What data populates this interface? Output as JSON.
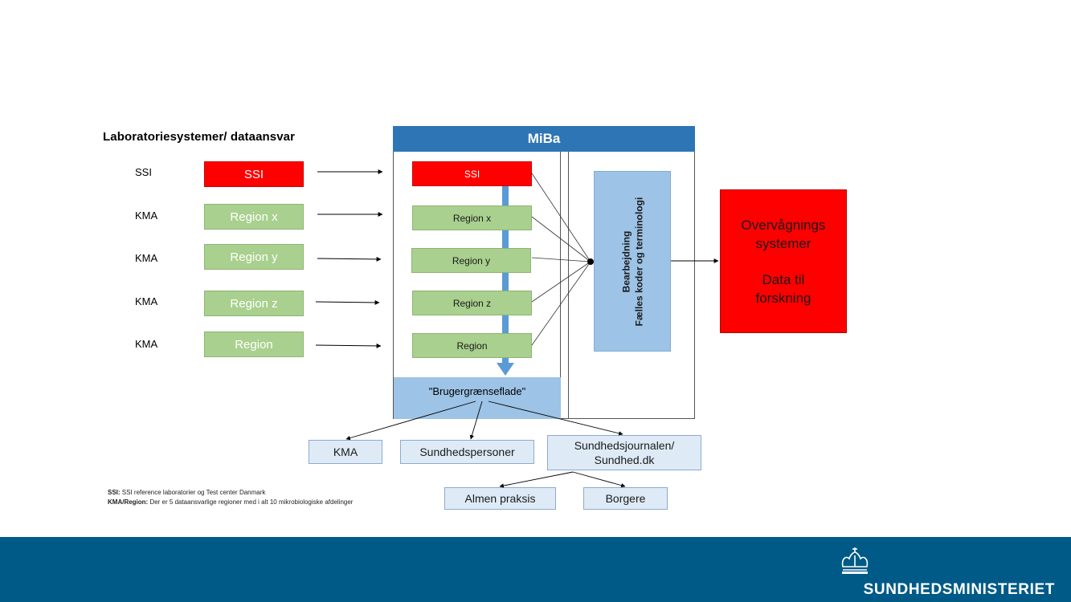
{
  "heading": "Laboratoriesystemer/ dataansvar",
  "sources": [
    {
      "label": "SSI",
      "box": "SSI",
      "kind": "red"
    },
    {
      "label": "KMA",
      "box": "Region x",
      "kind": "green"
    },
    {
      "label": "KMA",
      "box": "Region y",
      "kind": "green"
    },
    {
      "label": "KMA",
      "box": "Region z",
      "kind": "green"
    },
    {
      "label": "KMA",
      "box": "Region",
      "kind": "green"
    }
  ],
  "miba": {
    "title": "MiBa",
    "rows": [
      "SSI",
      "Region x",
      "Region y",
      "Region z",
      "Region"
    ],
    "ui": "\"Brugergrænseflade\"",
    "processing_line1": "Bearbejdning",
    "processing_line2": "Fælles koder og terminologi"
  },
  "output": {
    "line1": "Overvågnings",
    "line2": "systemer",
    "line3": "Data til",
    "line4": "forskning"
  },
  "users": {
    "kma": "KMA",
    "sundhedspersoner": "Sundhedspersoner",
    "journal_line1": "Sundhedsjournalen/",
    "journal_line2": "Sundhed.dk",
    "almen": "Almen praksis",
    "borgere": "Borgere"
  },
  "footnote": {
    "ssi_term": "SSI:",
    "ssi_text": " SSI reference laboratorier og Test center Danmark",
    "kma_term": "KMA/Region:",
    "kma_text": " Der er 5 dataansvarlige regioner med i alt 10 mikrobiologiske afdelinger"
  },
  "brand": "SUNDHEDSMINISTERIET",
  "colors": {
    "red": "#ff0000",
    "green": "#a9d08e",
    "miba_blue": "#2e75b6",
    "light_blue": "#9dc3e6",
    "user_box": "#deebf7",
    "footer": "#005a87"
  }
}
